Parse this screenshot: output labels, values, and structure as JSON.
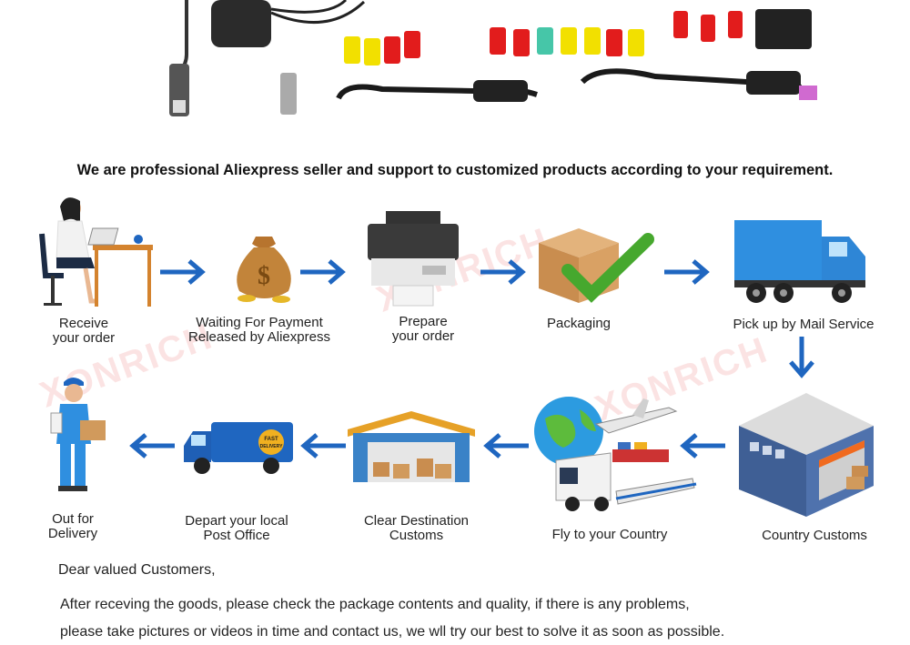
{
  "headline": "We are professional Aliexpress seller and support to customized products according to your requirement.",
  "watermark": "XONRICH",
  "colors": {
    "arrow": "#1f66c0",
    "truck_blue": "#2f8fe0",
    "check_green": "#46a82e"
  },
  "steps": [
    {
      "line1": "Receive",
      "line2": "your order",
      "icon": "woman-at-desk-icon"
    },
    {
      "line1": "Waiting For Payment",
      "line2": "Released by Aliexpress",
      "icon": "money-bag-icon"
    },
    {
      "line1": "Prepare",
      "line2": "your order",
      "icon": "printer-icon"
    },
    {
      "line1": "Packaging",
      "line2": "",
      "icon": "box-check-icon"
    },
    {
      "line1": "Pick up by Mail Service",
      "line2": "",
      "icon": "blue-truck-icon"
    },
    {
      "line1": "Country Customs",
      "line2": "",
      "icon": "warehouse-dock-icon"
    },
    {
      "line1": "Fly to your Country",
      "line2": "",
      "icon": "globe-transport-icon"
    },
    {
      "line1": "Clear Destination",
      "line2": "Customs",
      "icon": "warehouse-icon"
    },
    {
      "line1": "Depart your local",
      "line2": "Post Office",
      "icon": "delivery-van-icon"
    },
    {
      "line1": "Out for",
      "line2": "Delivery",
      "icon": "courier-icon"
    }
  ],
  "van_text": {
    "line1": "FAST",
    "line2": "DELIVERY"
  },
  "message": {
    "greeting": "Dear valued Customers,",
    "line1": "After receving the goods, please check the package contents and quality, if there is any problems,",
    "line2": "please take pictures or videos in time and contact us, we wll try our best to solve it as soon as possible."
  }
}
